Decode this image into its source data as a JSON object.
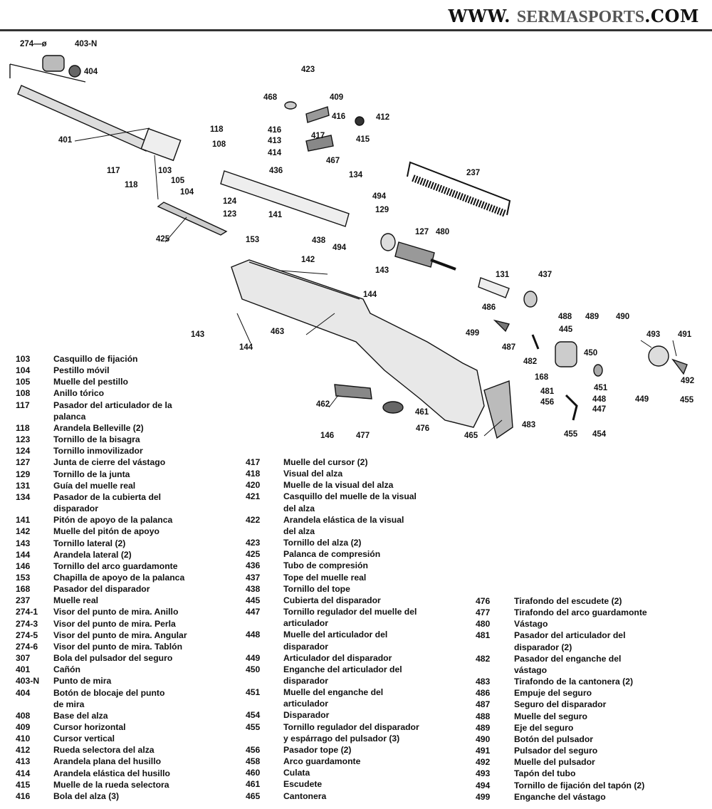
{
  "header": {
    "prefix": "WWW.",
    "brand": "SERMASPORTS",
    "suffix": ".COM"
  },
  "callouts": [
    "274—ø",
    "403-N",
    "404",
    "423",
    "468",
    "409",
    "416",
    "412",
    "416",
    "417",
    "415",
    "413",
    "414",
    "467",
    "118",
    "401",
    "108",
    "117",
    "103",
    "105",
    "104",
    "118",
    "436",
    "134",
    "237",
    "124",
    "494",
    "123",
    "129",
    "141",
    "127",
    "480",
    "425",
    "153",
    "438",
    "494",
    "142",
    "143",
    "144",
    "131",
    "437",
    "486",
    "488",
    "489",
    "490",
    "445",
    "493",
    "491",
    "499",
    "487",
    "450",
    "143",
    "463",
    "144",
    "482",
    "168",
    "481",
    "451",
    "448",
    "449",
    "492",
    "455",
    "456",
    "447",
    "462",
    "461",
    "146",
    "477",
    "476",
    "465",
    "483",
    "455",
    "454"
  ],
  "parts_list": {
    "column1": [
      [
        "103",
        "Casquillo de fijación"
      ],
      [
        "104",
        "Pestillo móvil"
      ],
      [
        "105",
        "Muelle del pestillo"
      ],
      [
        "108",
        "Anillo tórico"
      ],
      [
        "117",
        "Pasador del articulador de la\npalanca"
      ],
      [
        "118",
        "Arandela Belleville (2)"
      ],
      [
        "123",
        "Tornillo de la bisagra"
      ],
      [
        "124",
        "Tornillo inmovilizador"
      ],
      [
        "127",
        "Junta de cierre del vástago"
      ],
      [
        "129",
        "Tornillo de la junta"
      ],
      [
        "131",
        "Guía del muelle real"
      ],
      [
        "134",
        "Pasador de la cubierta del\ndisparador"
      ],
      [
        "141",
        "Pitón de apoyo de la palanca"
      ],
      [
        "142",
        "Muelle del pitón de apoyo"
      ],
      [
        "143",
        "Tornillo lateral (2)"
      ],
      [
        "144",
        "Arandela lateral (2)"
      ],
      [
        "146",
        "Tornillo del arco guardamonte"
      ],
      [
        "153",
        "Chapilla de apoyo de la palanca"
      ],
      [
        "168",
        "Pasador del disparador"
      ],
      [
        "237",
        "Muelle real"
      ],
      [
        "274-1",
        "Visor del punto de mira. Anillo"
      ],
      [
        "274-3",
        "Visor del punto de mira. Perla"
      ],
      [
        "274-5",
        "Visor del punto de mira. Angular"
      ],
      [
        "274-6",
        "Visor del punto de mira. Tablón"
      ],
      [
        "307",
        "Bola del pulsador del seguro"
      ],
      [
        "401",
        "Cañón"
      ],
      [
        "403-N",
        "Punto de mira"
      ],
      [
        "404",
        "Botón de blocaje del punto\nde mira"
      ],
      [
        "408",
        "Base del alza"
      ],
      [
        "409",
        "Cursor horizontal"
      ],
      [
        "410",
        "Cursor vertical"
      ],
      [
        "412",
        "Rueda selectora del alza"
      ],
      [
        "413",
        "Arandela plana del husillo"
      ],
      [
        "414",
        "Arandela elástica del husillo"
      ],
      [
        "415",
        "Muelle de la rueda selectora"
      ],
      [
        "416",
        "Bola del alza (3)"
      ]
    ],
    "column2": [
      [
        "417",
        "Muelle del cursor (2)"
      ],
      [
        "418",
        "Visual del alza"
      ],
      [
        "420",
        "Muelle de la visual del alza"
      ],
      [
        "421",
        "Casquillo del muelle de la visual\ndel alza"
      ],
      [
        "422",
        "Arandela elástica de la visual\ndel alza"
      ],
      [
        "423",
        "Tornillo del alza (2)"
      ],
      [
        "425",
        "Palanca de compresión"
      ],
      [
        "436",
        "Tubo de compresión"
      ],
      [
        "437",
        "Tope del muelle real"
      ],
      [
        "438",
        "Tornillo del tope"
      ],
      [
        "445",
        "Cubierta del disparador"
      ],
      [
        "447",
        "Tornillo regulador del muelle del\narticulador"
      ],
      [
        "448",
        "Muelle del articulador del\ndisparador"
      ],
      [
        "449",
        "Articulador del disparador"
      ],
      [
        "450",
        "Enganche del articulador del\ndisparador"
      ],
      [
        "451",
        "Muelle del enganche del\narticulador"
      ],
      [
        "454",
        "Disparador"
      ],
      [
        "455",
        "Tornillo regulador del disparador\ny espárrago del pulsador (3)"
      ],
      [
        "456",
        "Pasador tope (2)"
      ],
      [
        "458",
        "Arco guardamonte"
      ],
      [
        "460",
        "Culata"
      ],
      [
        "461",
        "Escudete"
      ],
      [
        "465",
        "Cantonera"
      ]
    ],
    "column3": [
      [
        "476",
        "Tirafondo del escudete (2)"
      ],
      [
        "477",
        "Tirafondo del arco guardamonte"
      ],
      [
        "480",
        "Vástago"
      ],
      [
        "481",
        "Pasador del articulador del\ndisparador (2)"
      ],
      [
        "482",
        "Pasador del enganche del\nvástago"
      ],
      [
        "483",
        "Tirafondo de la cantonera (2)"
      ],
      [
        "486",
        "Empuje del seguro"
      ],
      [
        "487",
        "Seguro del disparador"
      ],
      [
        "488",
        "Muelle del seguro"
      ],
      [
        "489",
        "Eje del seguro"
      ],
      [
        "490",
        "Botón del pulsador"
      ],
      [
        "491",
        "Pulsador del seguro"
      ],
      [
        "492",
        "Muelle del pulsador"
      ],
      [
        "493",
        "Tapón del tubo"
      ],
      [
        "494",
        "Tornillo de fijación del tapón (2)"
      ],
      [
        "499",
        "Enganche del vástago"
      ]
    ]
  }
}
